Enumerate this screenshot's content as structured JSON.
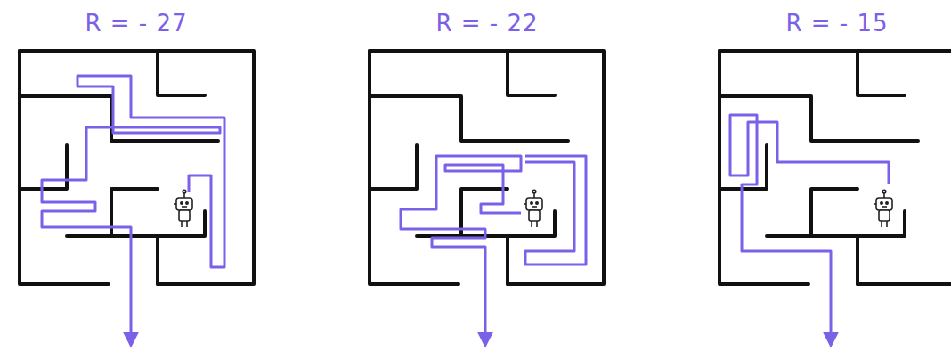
{
  "diagram": {
    "labels": [
      "R = - 27",
      "R = - 22",
      "R = - 15"
    ]
  }
}
